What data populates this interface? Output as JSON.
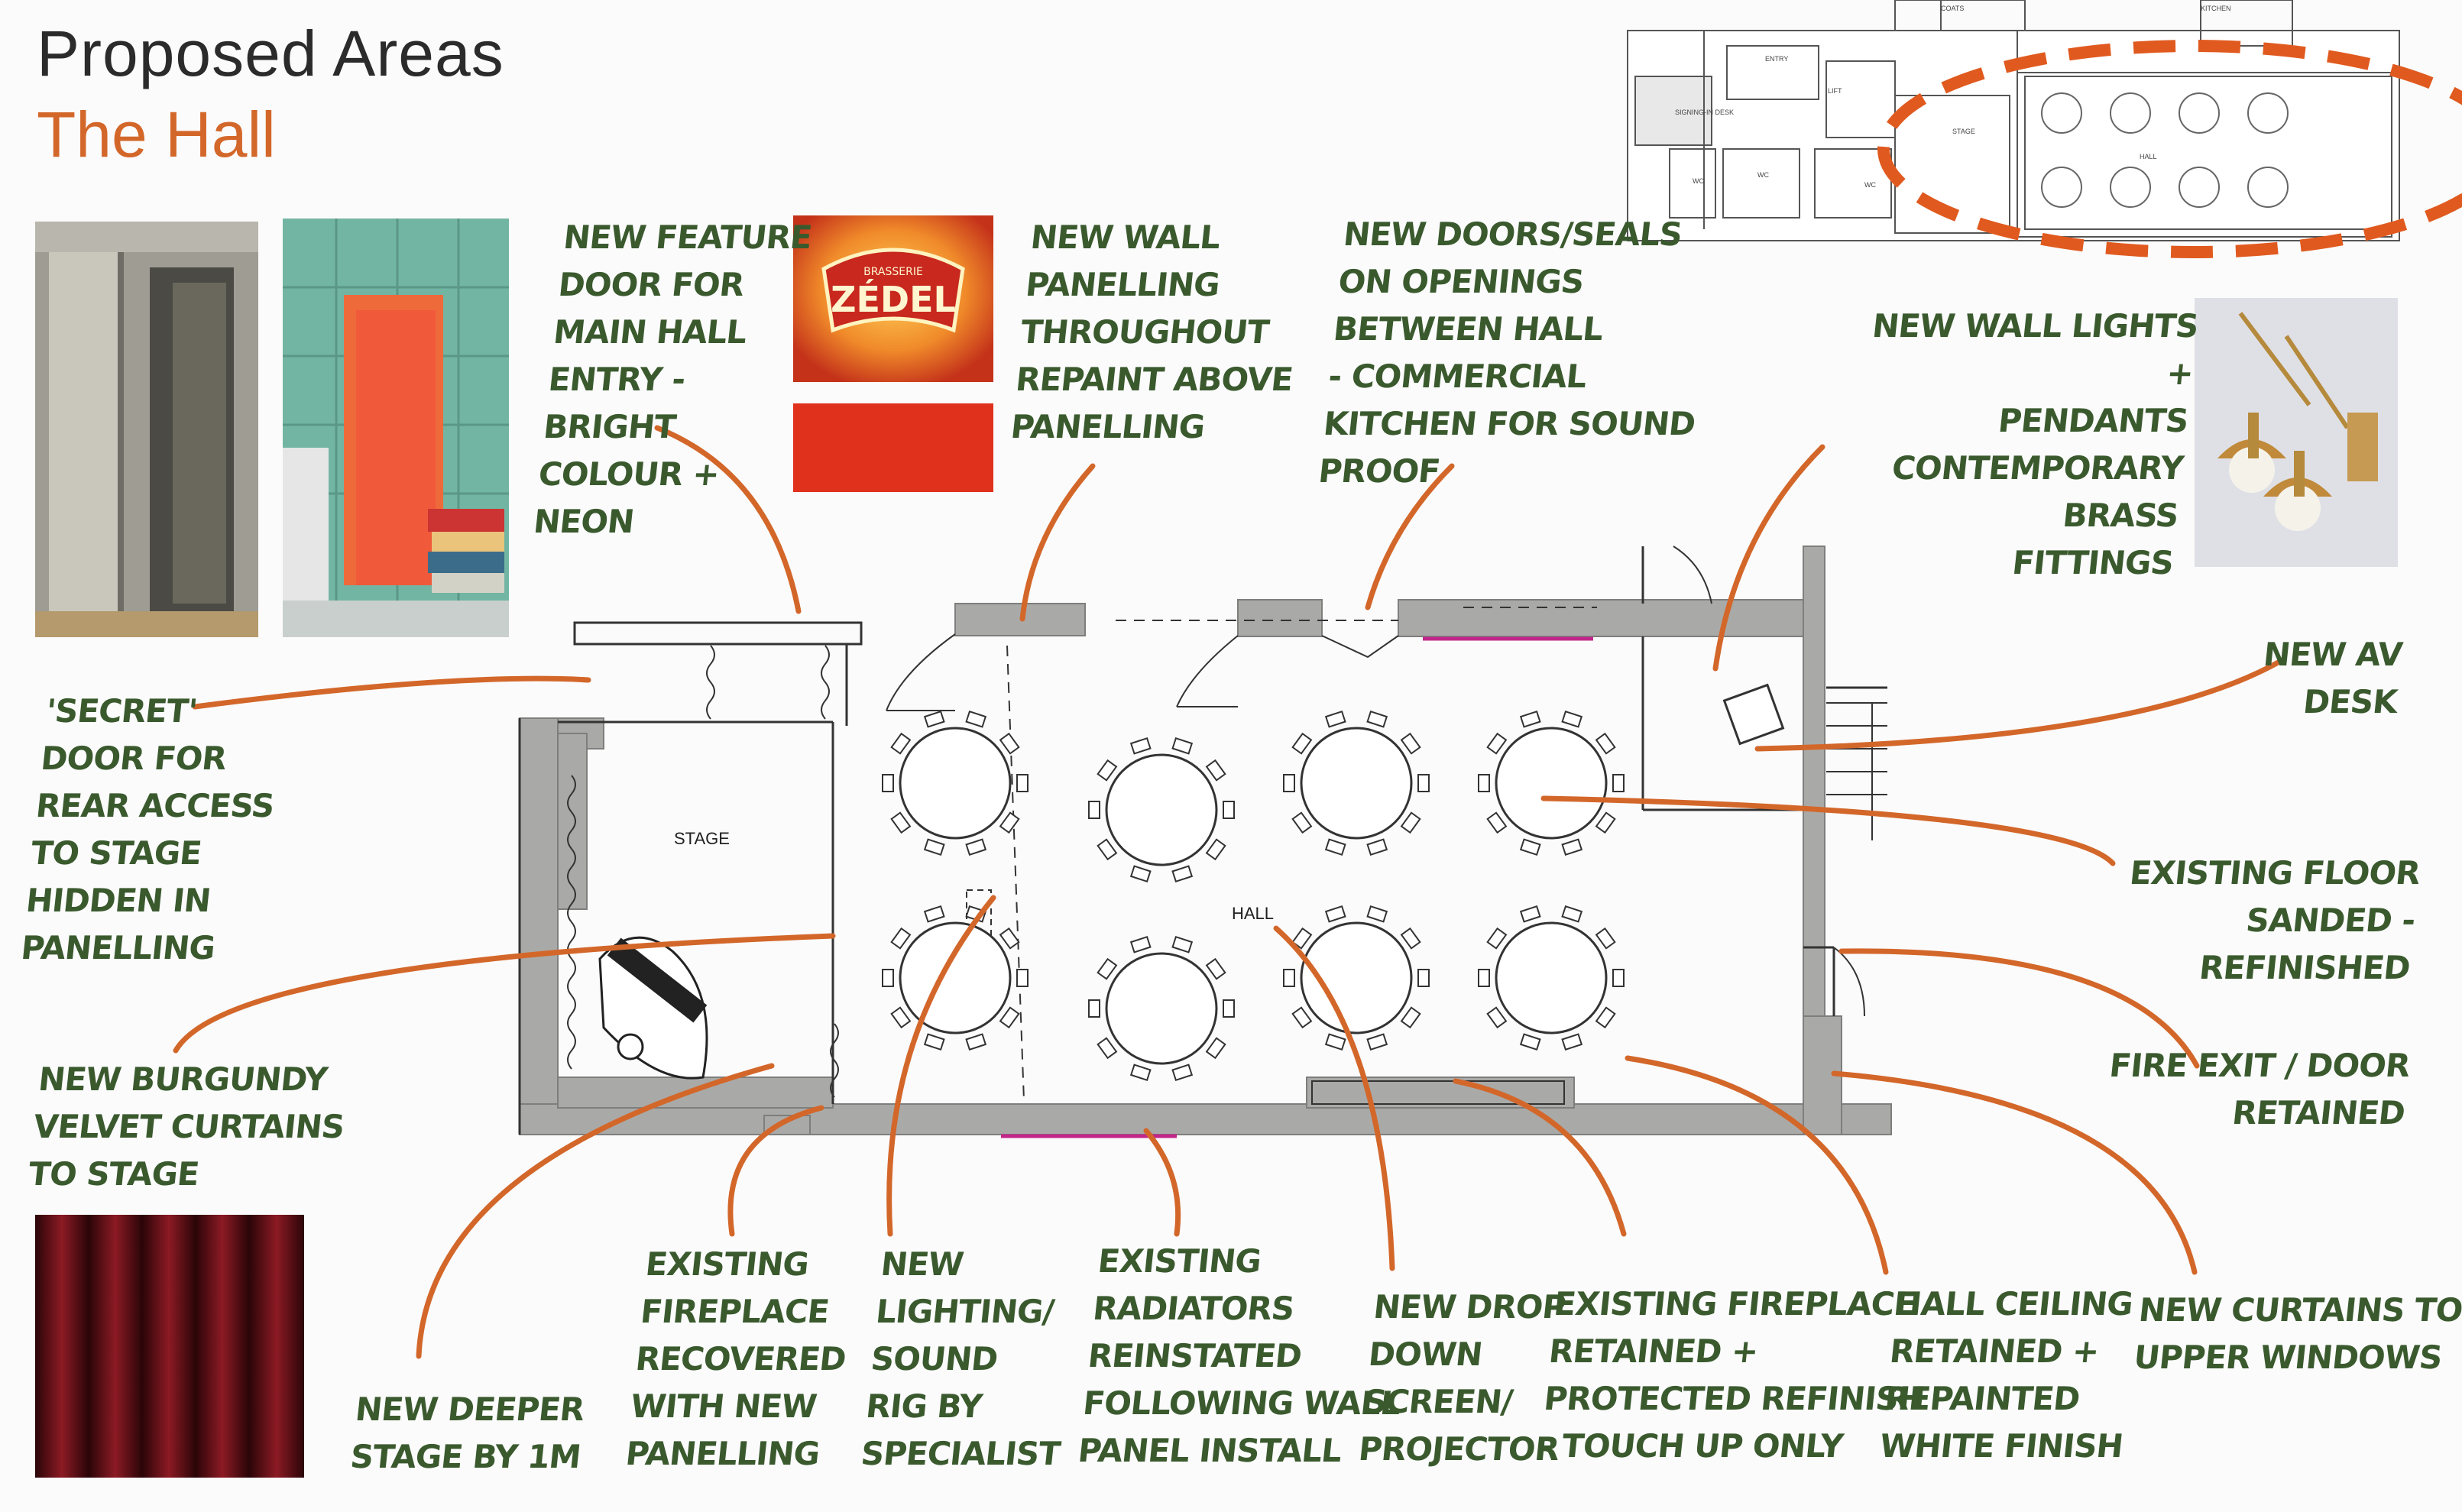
{
  "header": {
    "title": "Proposed Areas",
    "subtitle": "The Hall"
  },
  "plan": {
    "stage_label": "STAGE",
    "hall_label": "HALL"
  },
  "key_plan": {
    "labels": [
      "COATS",
      "KITCHEN",
      "ENTRY",
      "LIFT",
      "SIGNING-IN DESK",
      "WC",
      "WC",
      "WC",
      "STAGE",
      "HALL"
    ]
  },
  "photos": {
    "sign_text_top": "BRASSERIE",
    "sign_text_main": "ZÉDEL"
  },
  "notes": {
    "feature_door": "NEW FEATURE\nDOOR FOR\nMAIN HALL\nENTRY -\nBRIGHT\nCOLOUR +\nNEON",
    "wall_panelling": "NEW WALL\nPANELLING\nTHROUGHOUT\nREPAINT ABOVE\nPANELLING",
    "doors_seals": "NEW DOORS/SEALS\nON OPENINGS\nBETWEEN HALL\n- COMMERCIAL\nKITCHEN FOR SOUND\nPROOF",
    "wall_lights": "NEW WALL LIGHTS +\nPENDANTS\nCONTEMPORARY BRASS\nFITTINGS",
    "secret_door": "'SECRET'\nDOOR FOR\nREAR ACCESS\nTO STAGE\nHIDDEN IN\nPANELLING",
    "av_desk": "NEW AV\nDESK",
    "floor": "EXISTING FLOOR\nSANDED - REFINISHED",
    "fire_exit": "FIRE EXIT / DOOR\nRETAINED",
    "curtains_stage": "NEW BURGUNDY\nVELVET CURTAINS\nTO STAGE",
    "deeper_stage": "NEW DEEPER\nSTAGE BY 1M",
    "fireplace_recovered": "EXISTING\nFIREPLACE\nRECOVERED\nWITH NEW\nPANELLING",
    "lighting_rig": "NEW\nLIGHTING/\nSOUND\nRIG BY\nSPECIALIST",
    "radiators": "EXISTING\nRADIATORS\nREINSTATED\nFOLLOWING WALL\nPANEL INSTALL",
    "screen": "NEW DROP\nDOWN\nSCREEN/\nPROJECTOR",
    "fireplace_retained": "EXISTING FIREPLACE\nRETAINED +\nPROTECTED REFINISH\n- TOUCH UP ONLY",
    "ceiling": "HALL CEILING\nRETAINED +\nREPAINTED\nWHITE FINISH",
    "upper_curtains": "NEW CURTAINS TO\nUPPER WINDOWS"
  },
  "colors": {
    "accent": "#d3672a",
    "annotation_ink": "#3a5a2e",
    "wall_fill": "#a9aaa8",
    "radiator": "#c2268a"
  }
}
